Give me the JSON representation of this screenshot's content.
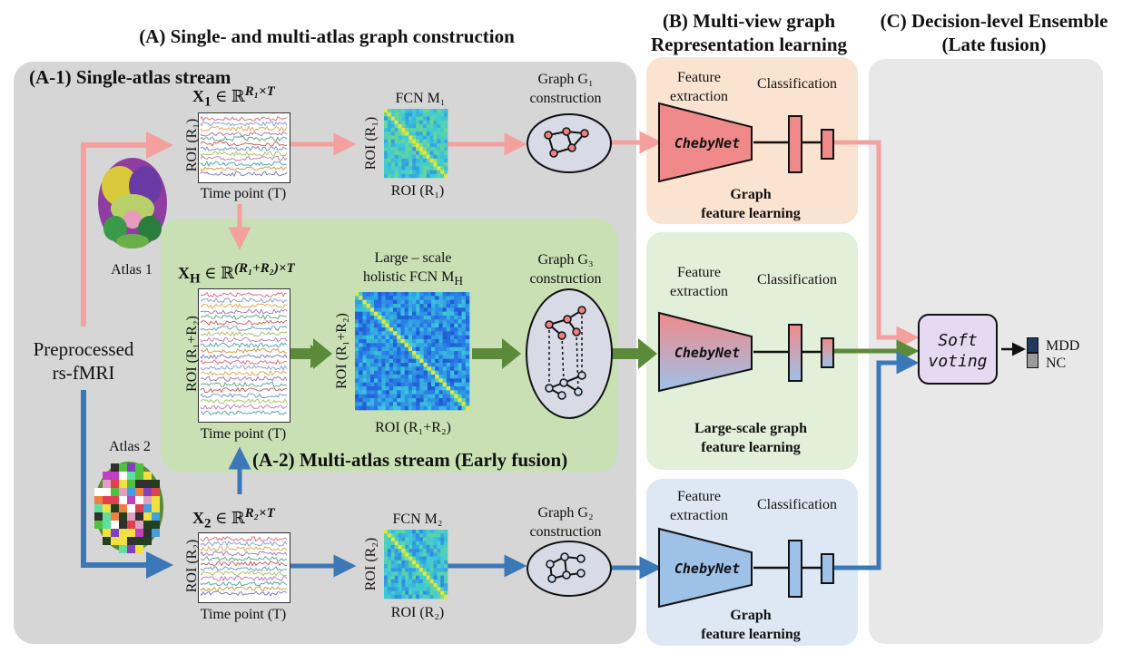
{
  "headers": {
    "a": "(A)  Single- and multi-atlas graph construction",
    "b_line1": "(B) Multi-view graph",
    "b_line2": "Representation learning",
    "c_line1": "(C) Decision-level Ensemble",
    "c_line2": "(Late fusion)"
  },
  "single_stream": {
    "title": "(A-1) Single-atlas stream",
    "x1_base": "X",
    "x1_sub": "1",
    "x1_rest": " ∈ ℝ",
    "x1_sup": "R₁×T",
    "roi_r1": "ROI (R₁)",
    "time_point": "Time point  (T)",
    "fcn1_label": "FCN M₁",
    "fcn_roi_r1": "ROI (R₁)",
    "graph1_line1": "Graph G₁",
    "graph1_line2": "construction",
    "atlas1": "Atlas  1"
  },
  "multi_stream": {
    "title": "(A-2) Multi-atlas stream (Early fusion)",
    "xh_base": "X",
    "xh_sub": "H",
    "xh_rest": " ∈ ℝ",
    "xh_sup": "(R₁+R₂)×T",
    "roi_r1r2": "ROI (R₁+R₂)",
    "time_point": "Time point  (T)",
    "fcnh_line1": "Large – scale",
    "fcnh_line2": "holistic FCN M",
    "fcnh_sub": "H",
    "fcn_roi_r1r2": "ROI (R₁+R₂)",
    "graph3_line1": "Graph G₃",
    "graph3_line2": "construction"
  },
  "atlas2_stream": {
    "atlas2": "Atlas  2",
    "x2_base": "X",
    "x2_sub": "2",
    "x2_rest": " ∈ ℝ",
    "x2_sup": "R₂×T",
    "roi_r2": "ROI (R₂)",
    "time_point": "Time point  (T)",
    "fcn2_label": "FCN M₂",
    "fcn_roi_r2": "ROI (R₂)",
    "graph2_line1": "Graph G₂",
    "graph2_line2": "construction"
  },
  "input": {
    "line1": "Preprocessed",
    "line2": "rs-fMRI"
  },
  "panel_b": {
    "top": {
      "feature_line1": "Feature",
      "feature_line2": "extraction",
      "classification": "Classification",
      "model": "ChebyNet",
      "learn_line1": "Graph",
      "learn_line2": "feature learning"
    },
    "mid": {
      "feature_line1": "Feature",
      "feature_line2": "extraction",
      "classification": "Classification",
      "model": "ChebyNet",
      "learn_line1": "Large-scale graph",
      "learn_line2": "feature learning"
    },
    "bot": {
      "feature_line1": "Feature",
      "feature_line2": "extraction",
      "classification": "Classification",
      "model": "ChebyNet",
      "learn_line1": "Graph",
      "learn_line2": "feature learning"
    }
  },
  "panel_c": {
    "soft_line1": "Soft",
    "soft_line2": "voting",
    "out1": "MDD",
    "out2": "NC"
  },
  "colors": {
    "pink": "#f4a09e",
    "green": "#5b8a3a",
    "blue": "#3b78b8",
    "gray_panel": "#d6d6d6",
    "green_panel": "#c8e0b4",
    "orange_panel": "#fbe3d2",
    "lightgreen_panel": "#e2efd9",
    "lightblue_panel": "#dde8f4",
    "c_panel": "#e8e8e8"
  }
}
